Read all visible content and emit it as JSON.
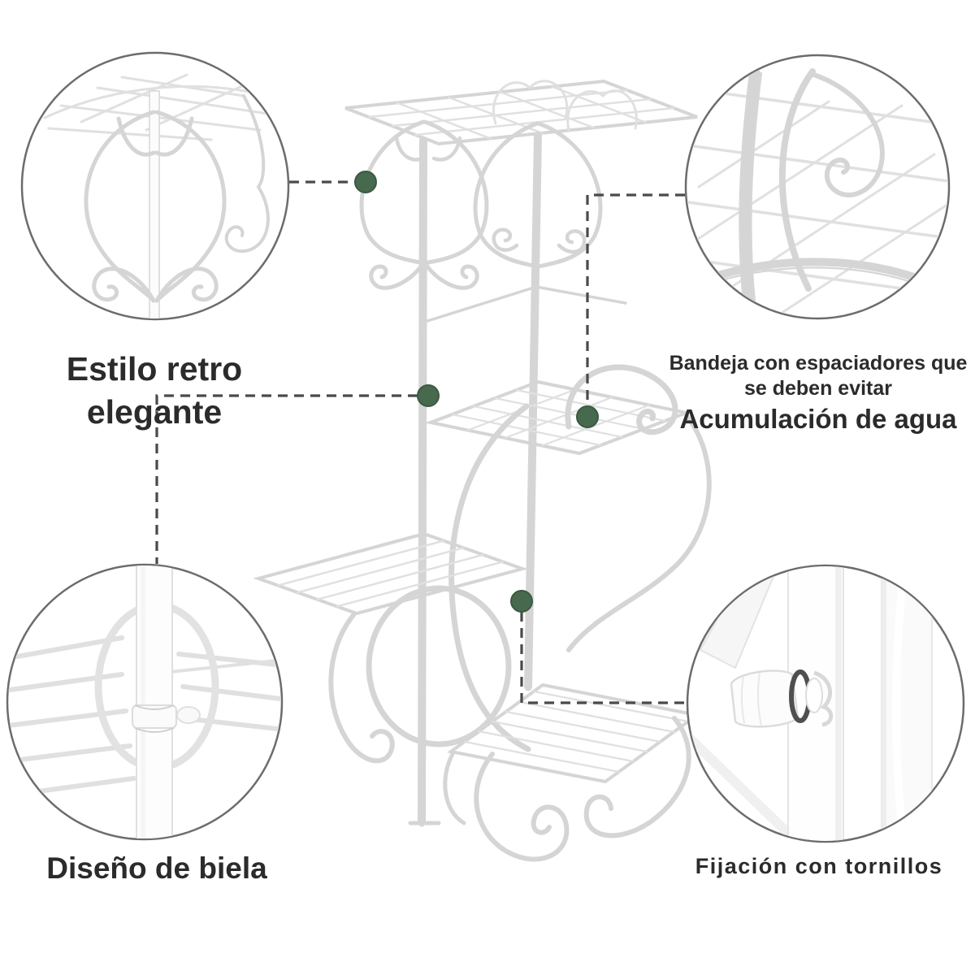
{
  "labels": {
    "top_left": {
      "line1": "Estilo retro",
      "line2": "elegante"
    },
    "top_right": {
      "line1": "Bandeja con espaciadores que",
      "line2": "se deben evitar",
      "line3": "Acumulación de agua"
    },
    "bottom_left": {
      "text": "Diseño de biela"
    },
    "bottom_right": {
      "text": "Fijación con tornillos"
    }
  },
  "colors": {
    "marker_dot": "#47694d",
    "marker_dot_edge": "#3a5a42",
    "dashed_line": "#4a4a4a",
    "text_color": "#2b2b2b",
    "circle_outline": "#6c6c6c",
    "product_line": "#d5d5d5",
    "bg": "#ffffff"
  },
  "icons": {
    "callout_circle": "magnifier-callout-circle",
    "marker": "green-marker-dot"
  }
}
